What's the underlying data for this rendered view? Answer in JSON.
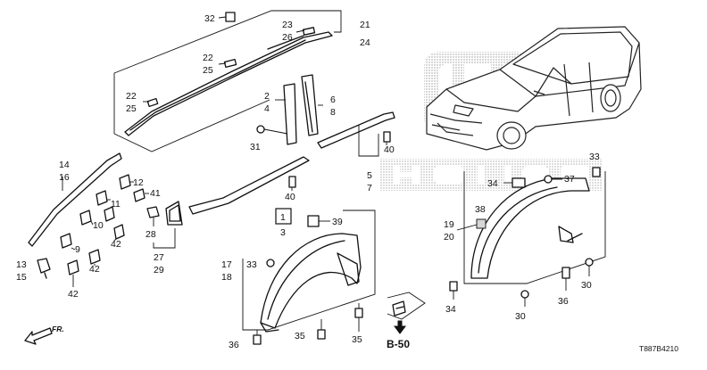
{
  "diagram": {
    "drawing_code": "T887B4210",
    "reference": "B-50",
    "direction": "FR.",
    "selected_part": "1",
    "labels": [
      {
        "id": "l32",
        "text": "32"
      },
      {
        "id": "l23",
        "text": "23"
      },
      {
        "id": "l26",
        "text": "26"
      },
      {
        "id": "l21",
        "text": "21"
      },
      {
        "id": "l24",
        "text": "24"
      },
      {
        "id": "l22a",
        "text": "22"
      },
      {
        "id": "l25a",
        "text": "25"
      },
      {
        "id": "l22b",
        "text": "22"
      },
      {
        "id": "l25b",
        "text": "25"
      },
      {
        "id": "l2",
        "text": "2"
      },
      {
        "id": "l4",
        "text": "4"
      },
      {
        "id": "l6",
        "text": "6"
      },
      {
        "id": "l8",
        "text": "8"
      },
      {
        "id": "l31",
        "text": "31"
      },
      {
        "id": "l40a",
        "text": "40"
      },
      {
        "id": "l5",
        "text": "5"
      },
      {
        "id": "l7",
        "text": "7"
      },
      {
        "id": "l14",
        "text": "14"
      },
      {
        "id": "l16",
        "text": "16"
      },
      {
        "id": "l12",
        "text": "12"
      },
      {
        "id": "l41",
        "text": "41"
      },
      {
        "id": "l11",
        "text": "11"
      },
      {
        "id": "l10",
        "text": "10"
      },
      {
        "id": "l42a",
        "text": "42"
      },
      {
        "id": "l9",
        "text": "9"
      },
      {
        "id": "l42b",
        "text": "42"
      },
      {
        "id": "l13",
        "text": "13"
      },
      {
        "id": "l15",
        "text": "15"
      },
      {
        "id": "l42c",
        "text": "42"
      },
      {
        "id": "l28",
        "text": "28"
      },
      {
        "id": "l27",
        "text": "27"
      },
      {
        "id": "l29",
        "text": "29"
      },
      {
        "id": "l40b",
        "text": "40"
      },
      {
        "id": "l1",
        "text": "1"
      },
      {
        "id": "l3",
        "text": "3"
      },
      {
        "id": "l39",
        "text": "39"
      },
      {
        "id": "l17",
        "text": "17"
      },
      {
        "id": "l18",
        "text": "18"
      },
      {
        "id": "l33a",
        "text": "33"
      },
      {
        "id": "l36a",
        "text": "36"
      },
      {
        "id": "l35a",
        "text": "35"
      },
      {
        "id": "l35b",
        "text": "35"
      },
      {
        "id": "l34a",
        "text": "34"
      },
      {
        "id": "l37",
        "text": "37"
      },
      {
        "id": "l33b",
        "text": "33"
      },
      {
        "id": "l38",
        "text": "38"
      },
      {
        "id": "l19",
        "text": "19"
      },
      {
        "id": "l20",
        "text": "20"
      },
      {
        "id": "l34b",
        "text": "34"
      },
      {
        "id": "l30a",
        "text": "30"
      },
      {
        "id": "l30b",
        "text": "30"
      },
      {
        "id": "l36b",
        "text": "36"
      }
    ],
    "colors": {
      "line": "#111111",
      "background": "#ffffff",
      "shade": "#d6d6d6"
    }
  }
}
